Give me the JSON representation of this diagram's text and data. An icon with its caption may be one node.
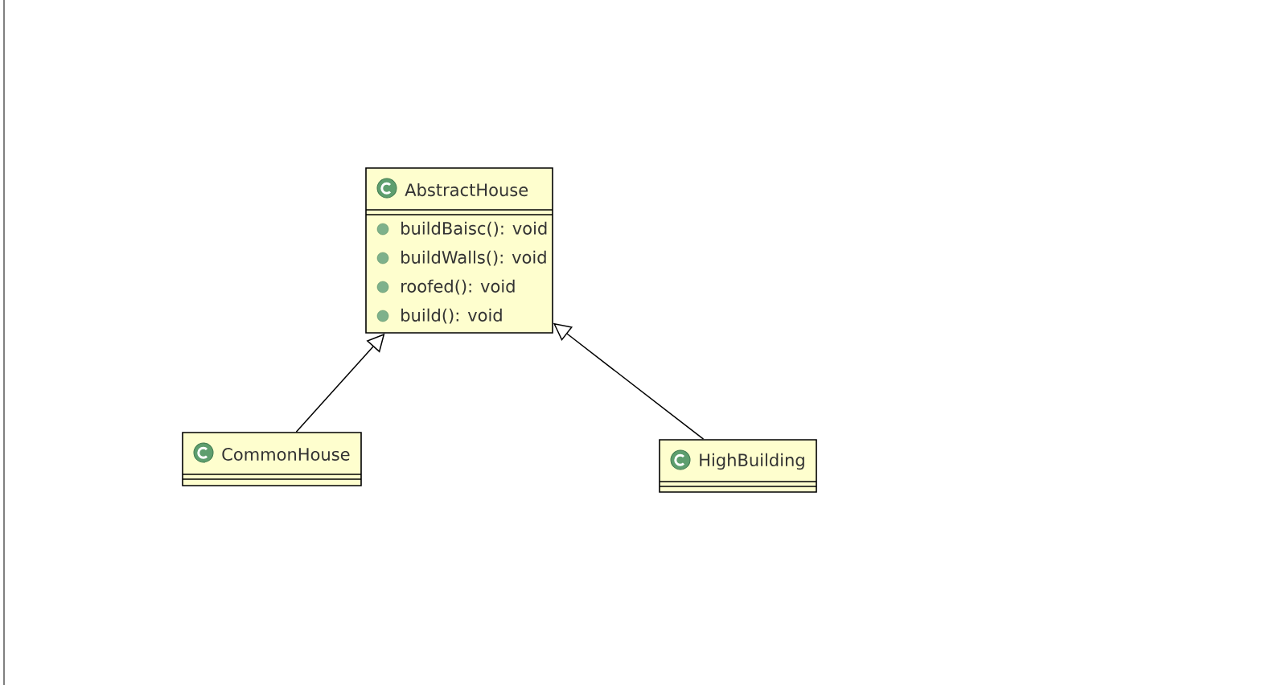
{
  "diagram": {
    "nodes": [
      {
        "text": [
          "AbstractHouse",
          "buildBaisc(): void",
          "buildWalls(): void",
          "roofed(): void",
          "build(): void"
        ]
      },
      {
        "text": [
          "CommonHouse"
        ]
      },
      {
        "text": [
          "HighBuilding"
        ]
      }
    ],
    "edges": [
      {
        "from": 1,
        "to": 0,
        "arrow": "to"
      },
      {
        "from": 2,
        "to": 0,
        "arrow": "to"
      }
    ]
  }
}
